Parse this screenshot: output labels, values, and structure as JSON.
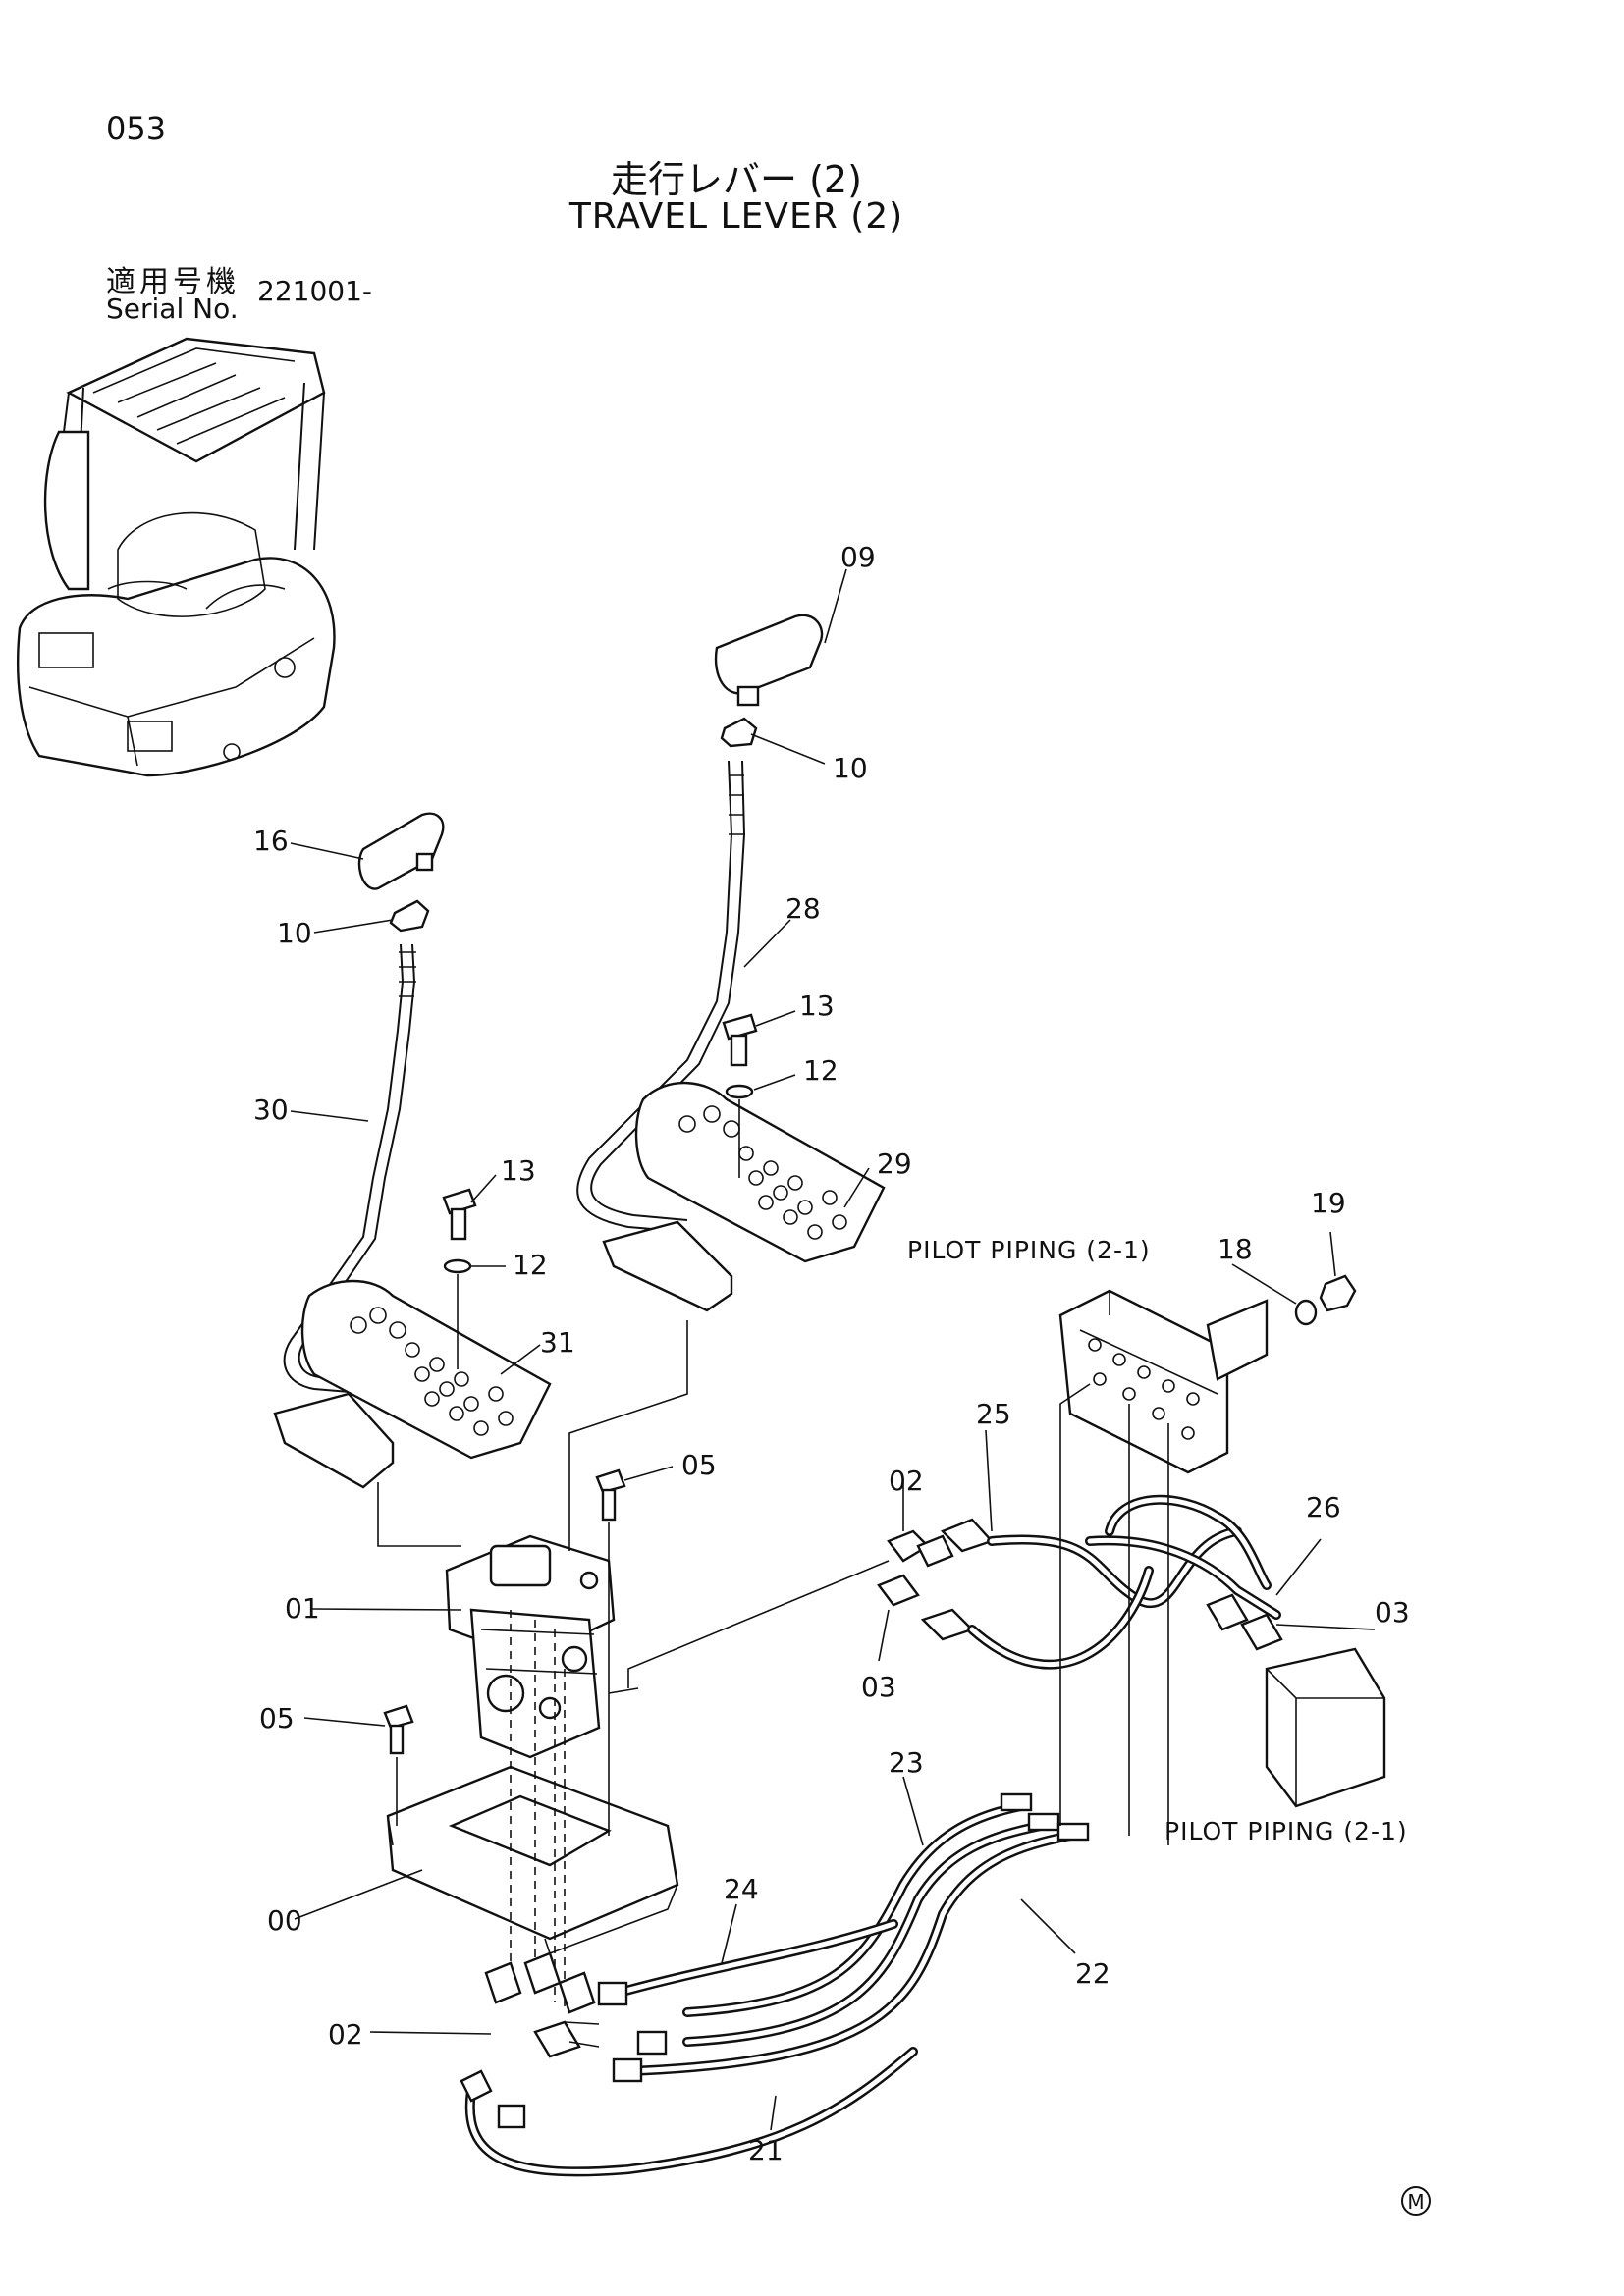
{
  "page_number": "053",
  "title_ja": "走行レバー (2)",
  "title_en": "TRAVEL LEVER (2)",
  "serial": {
    "label_ja": "適用号機",
    "label_en": "Serial No.",
    "value": "221001-"
  },
  "parts": {
    "p00": "00",
    "p01": "01",
    "p02a": "02",
    "p02b": "02",
    "p03a": "03",
    "p03b": "03",
    "p05a": "05",
    "p05b": "05",
    "p09": "09",
    "p10a": "10",
    "p10b": "10",
    "p12a": "12",
    "p12b": "12",
    "p13a": "13",
    "p13b": "13",
    "p16": "16",
    "p18": "18",
    "p19": "19",
    "p21": "21",
    "p22": "22",
    "p23": "23",
    "p24": "24",
    "p25": "25",
    "p26": "26",
    "p28": "28",
    "p29": "29",
    "p30": "30",
    "p31": "31"
  },
  "notes": {
    "pilot_top": "PILOT PIPING (2-1)",
    "pilot_bottom": "PILOT PIPING (2-1)"
  },
  "symbol": "M"
}
